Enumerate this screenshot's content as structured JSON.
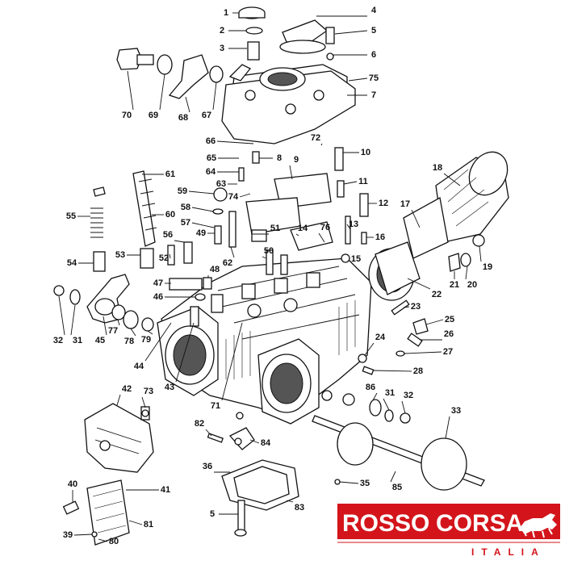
{
  "parts": [
    {
      "id": "p1",
      "label": "1"
    },
    {
      "id": "p2",
      "label": "2"
    },
    {
      "id": "p3",
      "label": "3"
    },
    {
      "id": "p4",
      "label": "4"
    },
    {
      "id": "p5",
      "label": "5"
    },
    {
      "id": "p6",
      "label": "6"
    },
    {
      "id": "p7",
      "label": "7"
    },
    {
      "id": "p8",
      "label": "8"
    },
    {
      "id": "p9",
      "label": "9"
    },
    {
      "id": "p10",
      "label": "10"
    },
    {
      "id": "p11",
      "label": "11"
    },
    {
      "id": "p12",
      "label": "12"
    },
    {
      "id": "p13",
      "label": "13"
    },
    {
      "id": "p14",
      "label": "14"
    },
    {
      "id": "p15",
      "label": "15"
    },
    {
      "id": "p16",
      "label": "16"
    },
    {
      "id": "p17",
      "label": "17"
    },
    {
      "id": "p18",
      "label": "18"
    },
    {
      "id": "p19",
      "label": "19"
    },
    {
      "id": "p20",
      "label": "20"
    },
    {
      "id": "p21",
      "label": "21"
    },
    {
      "id": "p22",
      "label": "22"
    },
    {
      "id": "p23",
      "label": "23"
    },
    {
      "id": "p24",
      "label": "24"
    },
    {
      "id": "p25",
      "label": "25"
    },
    {
      "id": "p26",
      "label": "26"
    },
    {
      "id": "p27",
      "label": "27"
    },
    {
      "id": "p28",
      "label": "28"
    },
    {
      "id": "p31",
      "label": "31"
    },
    {
      "id": "p32",
      "label": "32"
    },
    {
      "id": "p31b",
      "label": "31"
    },
    {
      "id": "p32b",
      "label": "32"
    },
    {
      "id": "p33",
      "label": "33"
    },
    {
      "id": "p35",
      "label": "35"
    },
    {
      "id": "p36",
      "label": "36"
    },
    {
      "id": "p39",
      "label": "39"
    },
    {
      "id": "p40",
      "label": "40"
    },
    {
      "id": "p41",
      "label": "41"
    },
    {
      "id": "p42",
      "label": "42"
    },
    {
      "id": "p43",
      "label": "43"
    },
    {
      "id": "p44",
      "label": "44"
    },
    {
      "id": "p45",
      "label": "45"
    },
    {
      "id": "p46",
      "label": "46"
    },
    {
      "id": "p47",
      "label": "47"
    },
    {
      "id": "p48",
      "label": "48"
    },
    {
      "id": "p49",
      "label": "49"
    },
    {
      "id": "p50",
      "label": "50"
    },
    {
      "id": "p51",
      "label": "51"
    },
    {
      "id": "p52",
      "label": "52"
    },
    {
      "id": "p53",
      "label": "53"
    },
    {
      "id": "p54",
      "label": "54"
    },
    {
      "id": "p55",
      "label": "55"
    },
    {
      "id": "p56",
      "label": "56"
    },
    {
      "id": "p57",
      "label": "57"
    },
    {
      "id": "p58",
      "label": "58"
    },
    {
      "id": "p59",
      "label": "59"
    },
    {
      "id": "p60",
      "label": "60"
    },
    {
      "id": "p61",
      "label": "61"
    },
    {
      "id": "p62",
      "label": "62"
    },
    {
      "id": "p63",
      "label": "63"
    },
    {
      "id": "p64",
      "label": "64"
    },
    {
      "id": "p65",
      "label": "65"
    },
    {
      "id": "p66",
      "label": "66"
    },
    {
      "id": "p67",
      "label": "67"
    },
    {
      "id": "p68",
      "label": "68"
    },
    {
      "id": "p69",
      "label": "69"
    },
    {
      "id": "p70",
      "label": "70"
    },
    {
      "id": "p71",
      "label": "71"
    },
    {
      "id": "p72",
      "label": "72"
    },
    {
      "id": "p73",
      "label": "73"
    },
    {
      "id": "p74",
      "label": "74"
    },
    {
      "id": "p75",
      "label": "75"
    },
    {
      "id": "p76",
      "label": "76"
    },
    {
      "id": "p77",
      "label": "77"
    },
    {
      "id": "p78",
      "label": "78"
    },
    {
      "id": "p79",
      "label": "79"
    },
    {
      "id": "p80",
      "label": "80"
    },
    {
      "id": "p81",
      "label": "81"
    },
    {
      "id": "p82",
      "label": "82"
    },
    {
      "id": "p83",
      "label": "83"
    },
    {
      "id": "p84",
      "label": "84"
    },
    {
      "id": "p85",
      "label": "85"
    },
    {
      "id": "p86",
      "label": "86"
    },
    {
      "id": "p5b",
      "label": "5"
    }
  ],
  "logo": {
    "word_left": "ROSSO",
    "word_right": "CORSA",
    "subtitle": "ITALIA",
    "brand_color": "#d3141b",
    "icon": "bull-icon"
  }
}
